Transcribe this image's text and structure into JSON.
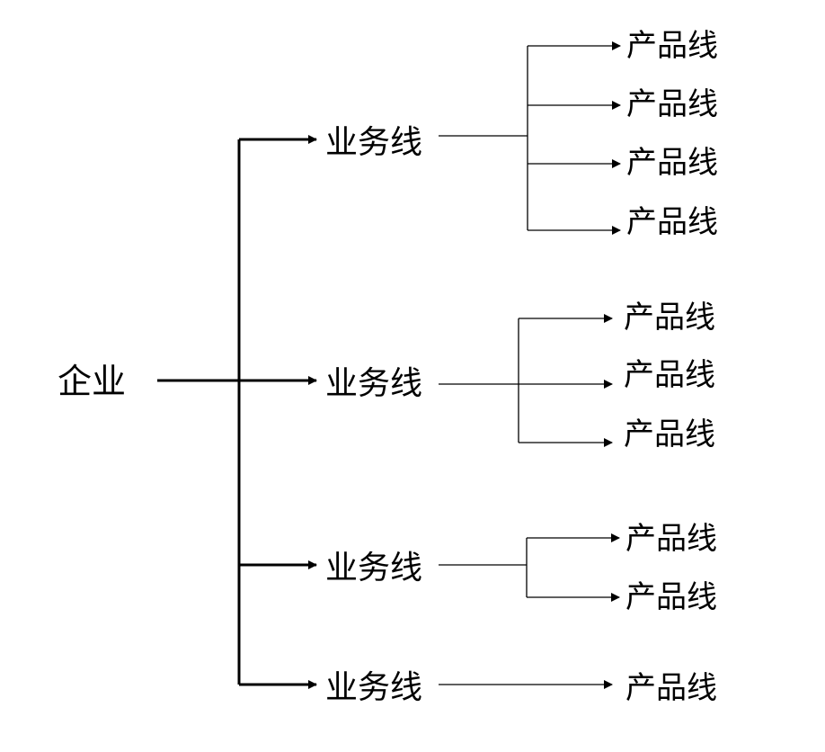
{
  "root": {
    "label": "企业"
  },
  "business_lines": [
    {
      "label": "业务线",
      "products": [
        "产品线",
        "产品线",
        "产品线",
        "产品线"
      ]
    },
    {
      "label": "业务线",
      "products": [
        "产品线",
        "产品线",
        "产品线"
      ]
    },
    {
      "label": "业务线",
      "products": [
        "产品线",
        "产品线"
      ]
    },
    {
      "label": "业务线",
      "products": [
        "产品线"
      ]
    }
  ],
  "colors": {
    "line": "#000000",
    "text": "#000000",
    "background": "#ffffff"
  }
}
